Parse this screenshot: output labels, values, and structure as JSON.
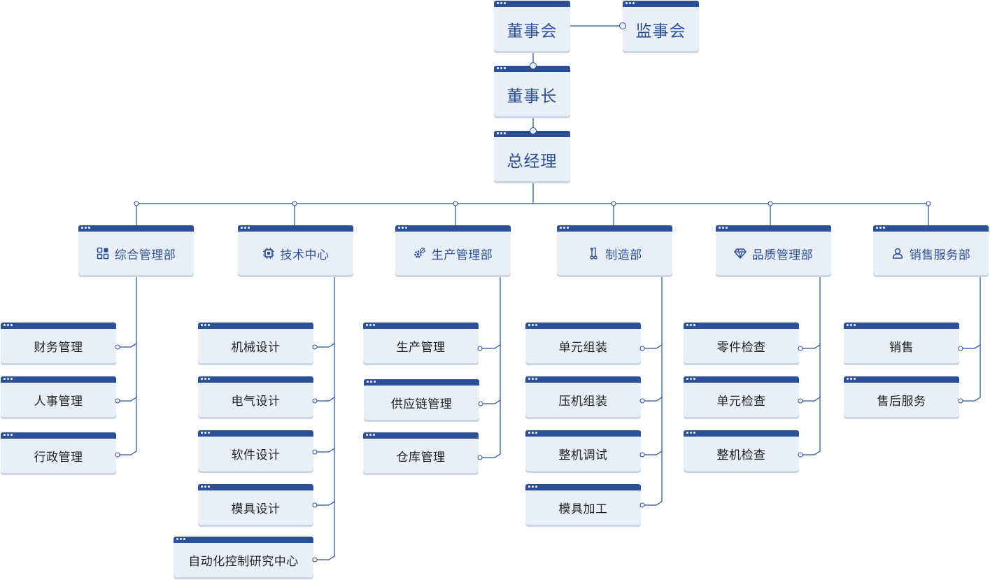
{
  "chart": {
    "board": "董事会",
    "supervisors": "监事会",
    "chairman": "董事长",
    "gm": "总经理",
    "departments": [
      {
        "name": "综合管理部",
        "icon": "grid-icon",
        "subs": [
          "财务管理",
          "人事管理",
          "行政管理"
        ]
      },
      {
        "name": "技术中心",
        "icon": "chip-icon",
        "subs": [
          "机械设计",
          "电气设计",
          "软件设计",
          "模具设计",
          "自动化控制研究中心"
        ]
      },
      {
        "name": "生产管理部",
        "icon": "gears-icon",
        "subs": [
          "生产管理",
          "供应链管理",
          "仓库管理"
        ]
      },
      {
        "name": "制造部",
        "icon": "wrench-icon",
        "subs": [
          "单元组装",
          "压机组装",
          "整机调试",
          "模具加工"
        ]
      },
      {
        "name": "品质管理部",
        "icon": "diamond-icon",
        "subs": [
          "零件检查",
          "单元检查",
          "整机检查"
        ]
      },
      {
        "name": "销售服务部",
        "icon": "user-icon",
        "subs": [
          "销售",
          "售后服务"
        ]
      }
    ]
  },
  "colors": {
    "accent": "#2c5098",
    "card": "#e8eff7"
  }
}
